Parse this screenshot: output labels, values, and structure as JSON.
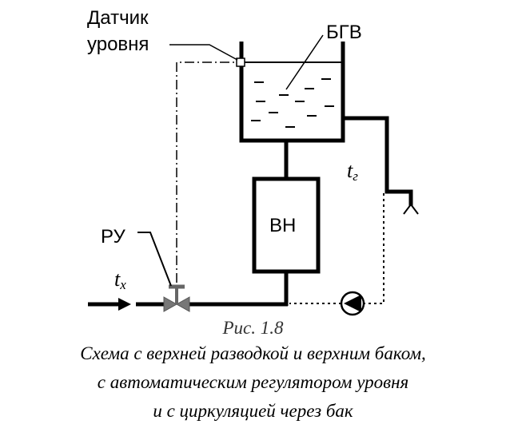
{
  "labels": {
    "level_sensor_line1": "Датчик",
    "level_sensor_line2": "уровня",
    "tank": "БГВ",
    "heater": "ВН",
    "regulator": "РУ",
    "hot_temp_main": "t",
    "hot_temp_sub": "г",
    "cold_temp_main": "t",
    "cold_temp_sub": "х"
  },
  "caption": {
    "figure": "Рис. 1.8",
    "line1": "Схема с верхней разводкой и верхним баком,",
    "line2": "с автоматическим регулятором уровня",
    "line3": "и с циркуляцией через бак"
  }
}
